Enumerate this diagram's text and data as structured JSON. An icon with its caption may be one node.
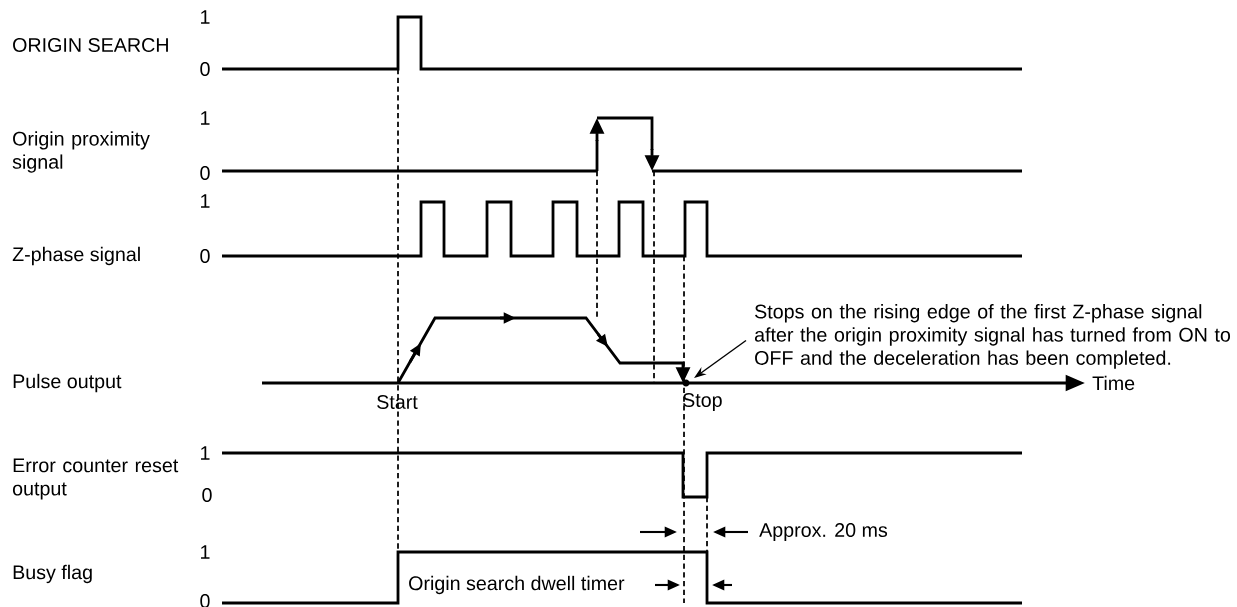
{
  "diagram": {
    "nodes": [
      {
        "text": [
          "Stops on the rising edge of the first Z-phase signal after the origin proximity signal has turned from ON to OFF and the deceleration has been completed."
        ]
      },
      {
        "text": [],
        "shape": "point"
      }
    ],
    "edges": [
      {
        "from": 0,
        "to": 1,
        "arrow": "to"
      }
    ],
    "labels": [
      "1",
      "ORIGIN SEARCH",
      "0",
      "1",
      "Origin proximity signal",
      "0",
      "1",
      "Z-phase signal",
      "0",
      "Pulse output",
      "Time",
      "Start",
      "Stop",
      "1",
      "Error counter reset output",
      "0",
      "Approx. 20 ms",
      "1",
      "Busy flag",
      "Origin search dwell timer",
      "0"
    ]
  }
}
